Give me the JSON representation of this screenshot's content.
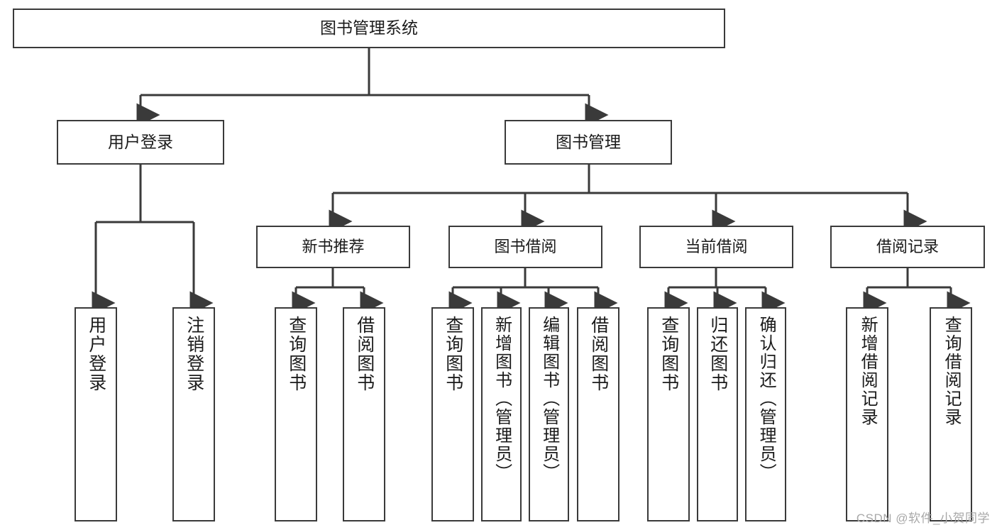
{
  "diagram": {
    "title": "图书管理系统",
    "type": "tree-hierarchy",
    "root": {
      "label": "图书管理系统"
    },
    "level2": [
      {
        "label": "用户登录"
      },
      {
        "label": "图书管理"
      }
    ],
    "level3": [
      {
        "label": "新书推荐"
      },
      {
        "label": "图书借阅"
      },
      {
        "label": "当前借阅"
      },
      {
        "label": "借阅记录"
      }
    ],
    "leaves": {
      "user_login": [
        {
          "label": "用户登录"
        },
        {
          "label": "注销登录"
        }
      ],
      "new_book_recommend": [
        {
          "label": "查询图书"
        },
        {
          "label": "借阅图书"
        }
      ],
      "book_borrow": [
        {
          "label": "查询图书"
        },
        {
          "label": "新增图书（管理员）"
        },
        {
          "label": "编辑图书（管理员）"
        },
        {
          "label": "借阅图书"
        }
      ],
      "current_borrow": [
        {
          "label": "查询图书"
        },
        {
          "label": "归还图书"
        },
        {
          "label": "确认归还（管理员）"
        }
      ],
      "borrow_record": [
        {
          "label": "新增借阅记录"
        },
        {
          "label": "查询借阅记录"
        }
      ]
    }
  },
  "watermark": {
    "text": "CSDN @软件_小贺同学"
  },
  "colors": {
    "stroke": "#3a3a3a",
    "background": "#ffffff",
    "text": "#1b1b1b",
    "watermark": "#a8a8a8"
  }
}
